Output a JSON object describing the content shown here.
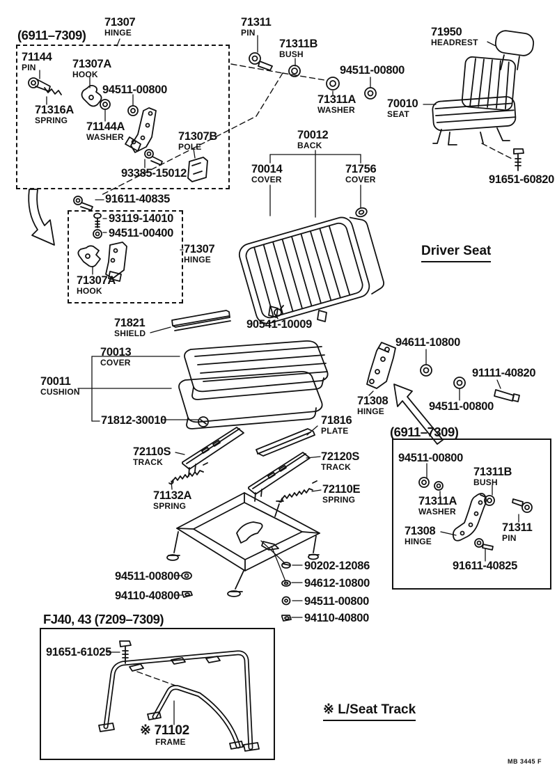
{
  "page": {
    "stamp": "MB 3445 F"
  },
  "titles": {
    "driver_seat": "Driver Seat",
    "lseat_note": "※ L/Seat Track"
  },
  "boxes": {
    "top_left_header": "(6911–7309)",
    "right_header": "(6911–7309)",
    "bottom_header": "FJ40, 43  (7209–7309)"
  },
  "callouts": {
    "tl_hinge": {
      "num": "71307",
      "desc": "HINGE"
    },
    "tl_pin": {
      "num": "71144",
      "desc": "PIN"
    },
    "tl_hook": {
      "num": "71307A",
      "desc": "HOOK"
    },
    "tl_nut": {
      "num": "94511-00800"
    },
    "tl_spring": {
      "num": "71316A",
      "desc": "SPRING"
    },
    "tl_washer": {
      "num": "71144A",
      "desc": "WASHER"
    },
    "tl_pole": {
      "num": "71307B",
      "desc": "POLE"
    },
    "tl_bolt": {
      "num": "93385-15012"
    },
    "tm_pin": {
      "num": "71311",
      "desc": "PIN"
    },
    "tm_bush": {
      "num": "71311B",
      "desc": "BUSH"
    },
    "tm_nut": {
      "num": "94511-00800"
    },
    "tm_washer": {
      "num": "71311A",
      "desc": "WASHER"
    },
    "tr_headrest": {
      "num": "71950",
      "desc": "HEADREST"
    },
    "tr_seat": {
      "num": "70010",
      "desc": "SEAT"
    },
    "tr_bolt": {
      "num": "91651-60820"
    },
    "mid_back": {
      "num": "70012",
      "desc": "BACK"
    },
    "mid_cover_l": {
      "num": "70014",
      "desc": "COVER"
    },
    "mid_cover_r": {
      "num": "71756",
      "desc": "COVER"
    },
    "mid_clip": {
      "num": "90541-10009"
    },
    "b2_bolt": {
      "num": "91611-40835"
    },
    "b2_screw": {
      "num": "93119-14010"
    },
    "b2_nut": {
      "num": "94511-00400"
    },
    "b2_hook": {
      "num": "71307A",
      "desc": "HOOK"
    },
    "b2_hinge": {
      "num": "71307",
      "desc": "HINGE"
    },
    "cu_shield": {
      "num": "71821",
      "desc": "SHIELD"
    },
    "cu_cover": {
      "num": "70013",
      "desc": "COVER"
    },
    "cu_cushion": {
      "num": "70011",
      "desc": "CUSHION"
    },
    "cu_screw": {
      "num": "71812-30010"
    },
    "rm_nut1": {
      "num": "94611-10800"
    },
    "rm_hinge": {
      "num": "71308",
      "desc": "HINGE"
    },
    "rm_bolt": {
      "num": "91111-40820"
    },
    "rm_nut2": {
      "num": "94511-00800"
    },
    "tk_plate": {
      "num": "71816",
      "desc": "PLATE"
    },
    "tk_track1": {
      "num": "72110S",
      "desc": "TRACK"
    },
    "tk_track2": {
      "num": "72120S",
      "desc": "TRACK"
    },
    "tk_spring1": {
      "num": "71132A",
      "desc": "SPRING"
    },
    "tk_spring2": {
      "num": "72110E",
      "desc": "SPRING"
    },
    "rb_nut": {
      "num": "94511-00800"
    },
    "rb_bush": {
      "num": "71311B",
      "desc": "BUSH"
    },
    "rb_washer": {
      "num": "71311A",
      "desc": "WASHER"
    },
    "rb_hinge": {
      "num": "71308",
      "desc": "HINGE"
    },
    "rb_pin": {
      "num": "71311",
      "desc": "PIN"
    },
    "rb_bolt": {
      "num": "91611-40825"
    },
    "fl_nut": {
      "num": "94511-00800"
    },
    "fl_nut2": {
      "num": "94110-40800"
    },
    "fr_screw": {
      "num": "90202-12086"
    },
    "fr_washer": {
      "num": "94612-10800"
    },
    "fr_nut": {
      "num": "94511-00800"
    },
    "fr_nut2": {
      "num": "94110-40800"
    },
    "bb_bolt": {
      "num": "91651-61025"
    },
    "bb_frame": {
      "num": "※ 71102",
      "desc": "FRAME"
    }
  }
}
